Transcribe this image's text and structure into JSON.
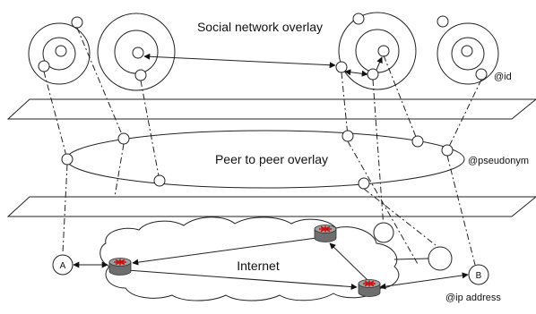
{
  "labels": {
    "social": "Social network overlay",
    "p2p": "Peer to peer overlay",
    "internet": "Internet",
    "id": "@id",
    "pseudonym": "@pseudonym",
    "ip": "@ip address",
    "node_a": "A",
    "node_b": "B"
  },
  "colors": {
    "stroke": "#222222",
    "router_body": "#7a7a7a",
    "router_dark": "#555555",
    "router_top": "#9a9a9a",
    "router_arrows": "#c81010"
  },
  "icons": [
    "router-icon"
  ]
}
